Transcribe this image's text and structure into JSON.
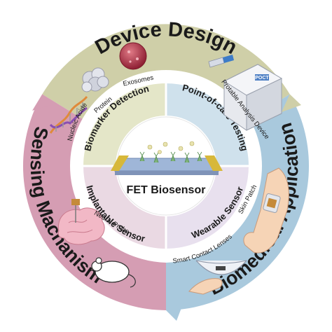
{
  "outer_ring": {
    "top": "Device Design",
    "right": "Biomedical Application",
    "left": "Sensing Machanism"
  },
  "center": {
    "title": "FET Biosensor"
  },
  "sectors": {
    "top_left": "Biomarker Detection",
    "top_right": "Point-of-care Testing",
    "bottom_right": "Wearable Sensor",
    "bottom_left": "Implantable Sensor"
  },
  "items": {
    "nucleic_acid": "Nucleic Acide",
    "protein": "Protein",
    "exosomes": "Exosomes",
    "portable_device": "Protable Analysis Device",
    "poct_badge": "POCT",
    "skin_patch": "Skin Patch",
    "contact_lenses": "Smart Contact Lenses",
    "neural_probe": "Neural Probe"
  },
  "colors": {
    "ring_top": "#cfcfa8",
    "ring_right": "#a9c9dd",
    "ring_left": "#d59db3",
    "sector_top_left": "#e4e6c8",
    "sector_top_right": "#cfe1ec",
    "sector_bottom_right": "#e8e0ee",
    "sector_bottom_left": "#ead9e3"
  }
}
